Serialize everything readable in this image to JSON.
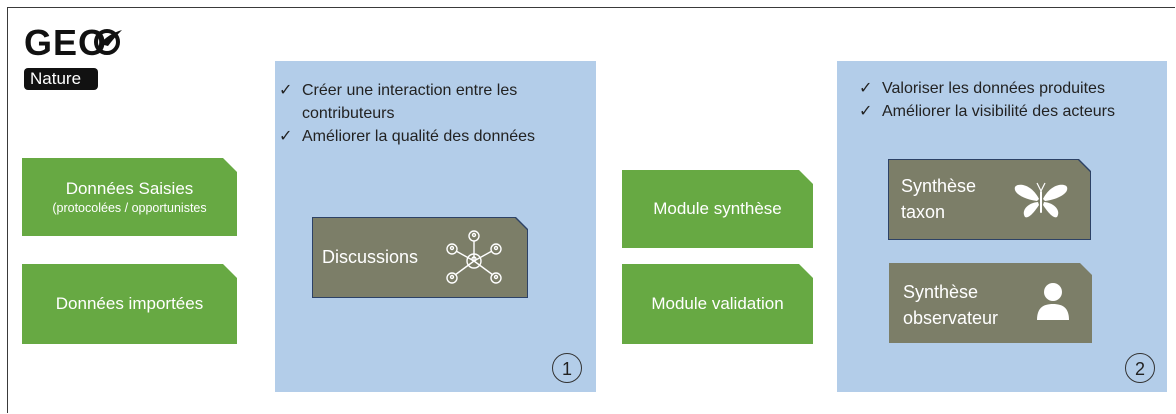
{
  "logo": {
    "line1": "GEO",
    "line2": "Nature"
  },
  "inputs": {
    "saisies": {
      "title": "Données Saisies",
      "subtitle": "(protocolées / opportunistes"
    },
    "importees": {
      "title": "Données importées"
    }
  },
  "panel1": {
    "bullets": [
      "Créer une interaction entre les contributeurs",
      "Améliorer la qualité des données"
    ],
    "card": {
      "label": "Discussions",
      "icon": "network-people-icon"
    },
    "number": "1"
  },
  "modules": {
    "synthese": "Module synthèse",
    "validation": "Module validation"
  },
  "panel2": {
    "bullets": [
      "Valoriser les données produites",
      "Améliorer la visibilité des acteurs"
    ],
    "card_taxon": {
      "line1": "Synthèse",
      "line2": "taxon",
      "icon": "butterfly-icon"
    },
    "card_observer": {
      "line1": "Synthèse",
      "line2": "observateur",
      "icon": "user-icon"
    },
    "number": "2"
  },
  "colors": {
    "panel": "#b3cde9",
    "tag": "#67a943",
    "card": "#7c7e68",
    "card_border": "#2d4266"
  }
}
